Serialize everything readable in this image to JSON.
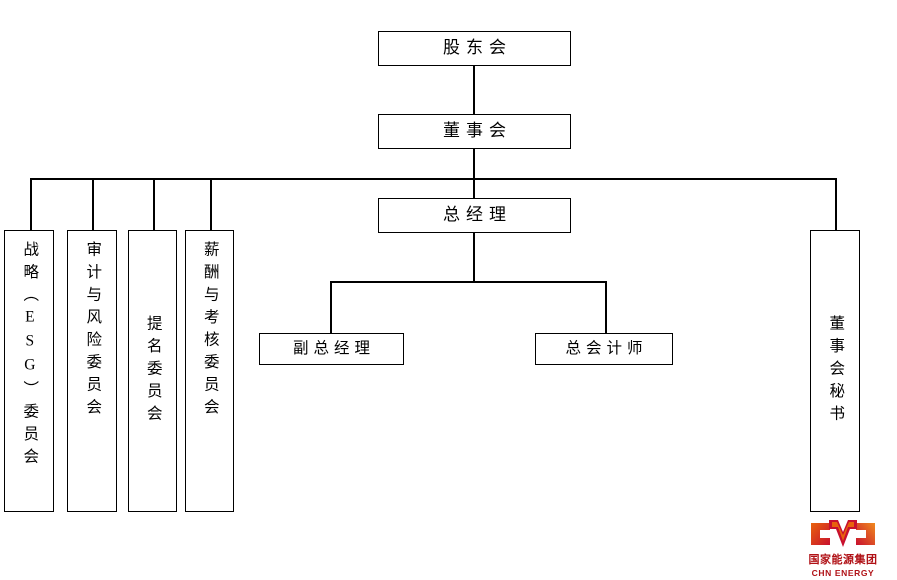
{
  "chart_title": "",
  "nodes": {
    "shareholders": {
      "label": "股东会"
    },
    "board": {
      "label": "董事会"
    },
    "general_manager": {
      "label": "总经理"
    },
    "deputy_general_manager": {
      "label": "副总经理"
    },
    "chief_accountant": {
      "label": "总会计师"
    },
    "board_secretary": {
      "label": "董事会秘书"
    }
  },
  "committees": [
    {
      "label": "战略（ESG）委员会"
    },
    {
      "label": "审计与风险委员会"
    },
    {
      "label": "提名委员会"
    },
    {
      "label": "薪酬与考核委员会"
    }
  ],
  "logo": {
    "icon_name": "chn-energy-logo",
    "wordmark_cn": "国家能源集团",
    "wordmark_en": "CHN ENERGY",
    "color_primary": "#c8102e",
    "color_secondary": "#e8620c",
    "color_text": "#b01116"
  },
  "colors": {
    "background": "#ffffff",
    "line": "#000000",
    "text": "#000000"
  }
}
